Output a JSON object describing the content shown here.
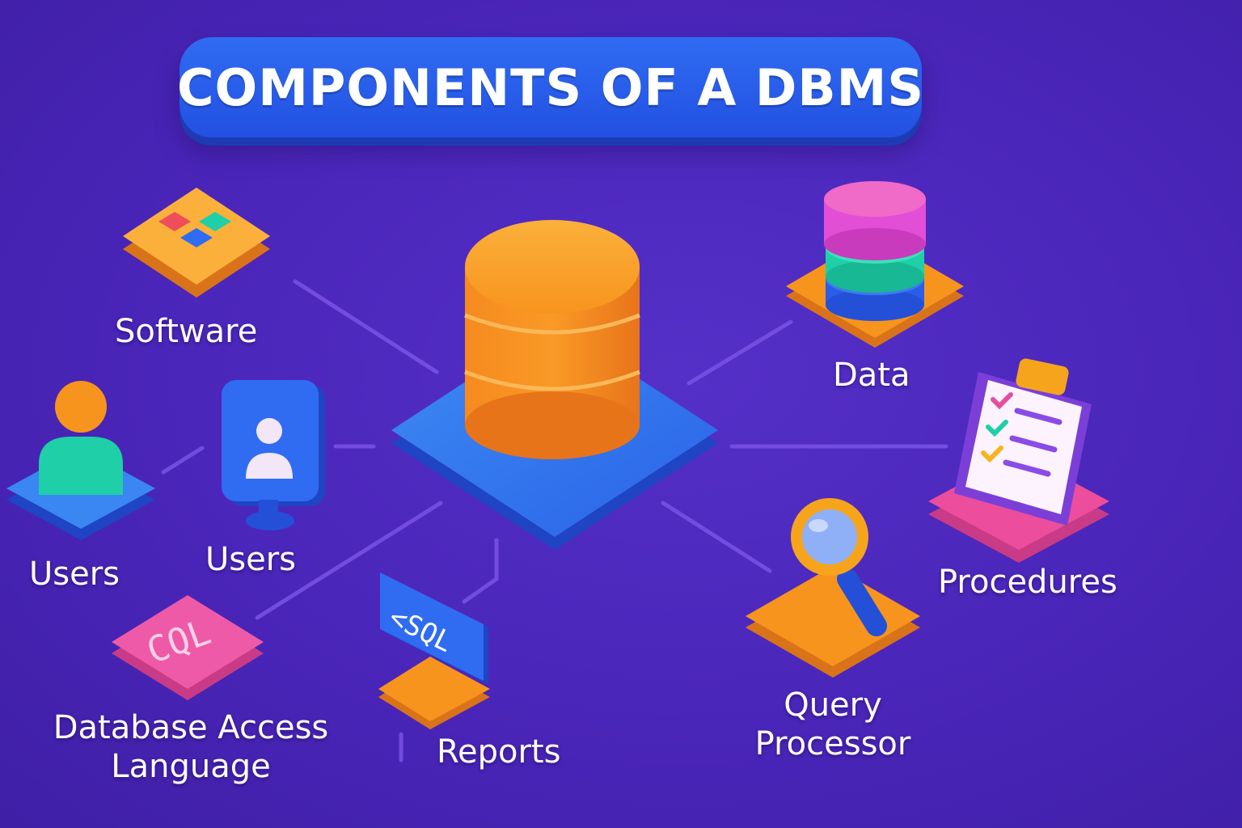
{
  "title": "COMPONENTS OF A DBMS",
  "labels": {
    "software": "Software",
    "data": "Data",
    "users_left": "Users",
    "users_right": "Users",
    "procedures": "Procedures",
    "db_access_line1": "Database Access",
    "db_access_line2": "Language",
    "reports": "Reports",
    "query_line1": "Query",
    "query_line2": "Processor"
  },
  "icon_text": {
    "cql": "CQL",
    "sql": "<SQL"
  },
  "colors": {
    "background": "#4a24b8",
    "title_pill": "#2a5ee8",
    "orange": "#f7941d",
    "blue": "#2f6cf2",
    "pink": "#ec4d9c",
    "teal": "#1fcfa8",
    "magenta": "#e24fd6"
  }
}
